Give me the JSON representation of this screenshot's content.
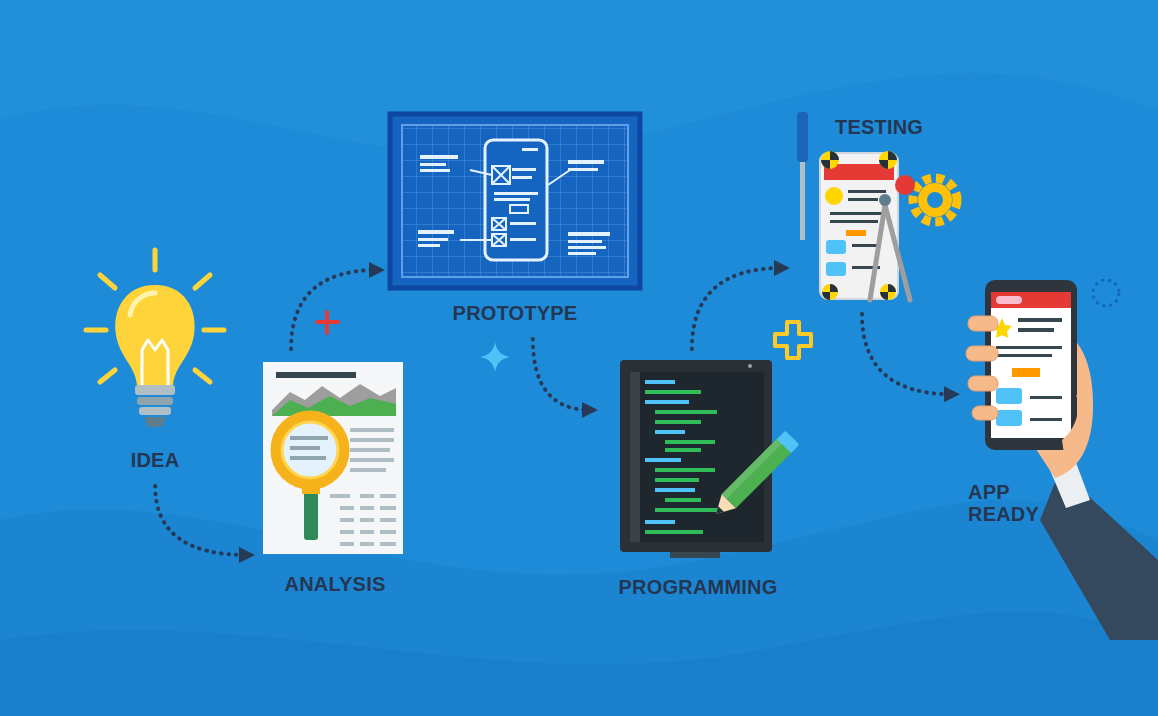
{
  "diagram": {
    "nodes": [
      {
        "text": [
          "IDEA"
        ]
      },
      {
        "text": [
          "ANALYSIS"
        ]
      },
      {
        "text": [
          "PROTOTYPE"
        ]
      },
      {
        "text": [
          "PROGRAMMING"
        ]
      },
      {
        "text": [
          "TESTING"
        ]
      },
      {
        "text": [
          "APP READY"
        ]
      }
    ],
    "edges": [
      {
        "from": 0,
        "to": 1,
        "arrow": "to"
      },
      {
        "from": 1,
        "to": 2,
        "arrow": "to"
      },
      {
        "from": 2,
        "to": 3,
        "arrow": "to"
      },
      {
        "from": 3,
        "to": 4,
        "arrow": "to"
      },
      {
        "from": 4,
        "to": 5,
        "arrow": "to"
      }
    ]
  }
}
